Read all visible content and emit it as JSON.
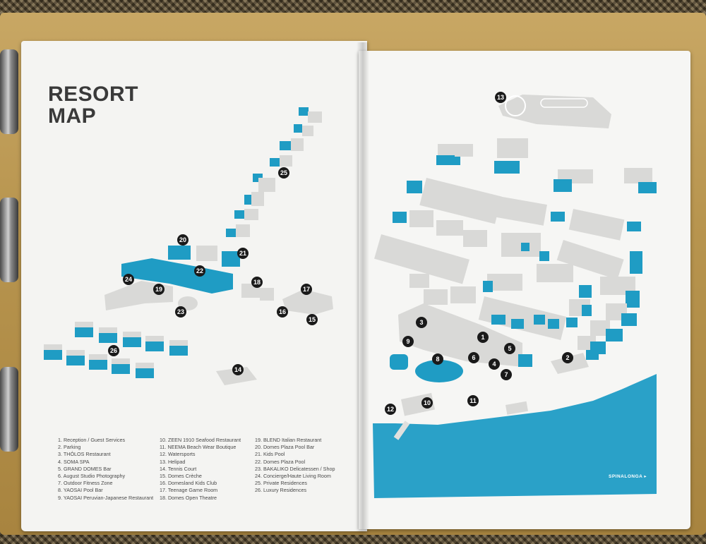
{
  "map": {
    "title_line1": "RESORT",
    "title_line2": "MAP",
    "sea_label": "SPINALONGA ▸"
  },
  "legend": {
    "column1": [
      "1. Reception / Guest Services",
      "2. Parking",
      "3. THÓLOS Restaurant",
      "4. SOMA SPA",
      "5. GRAND DOMES Bar",
      "6. August Studio Photography",
      "7. Outdoor Fitness Zone",
      "8. YAOSAI Pool Bar",
      "9. YAOSAI Peruvian-Japanese Restaurant"
    ],
    "column2": [
      "10. ZEEN 1910 Seafood Restaurant",
      "11. NEEMA Beach Wear Boutique",
      "12. Watersports",
      "13. Helipad",
      "14. Tennis Court",
      "15. Domes Crèche",
      "16. Domesland Kids Club",
      "17. Teenage Game Room",
      "18. Domes Open Theatre"
    ],
    "column3": [
      "19. BLEND Italian Restaurant",
      "20. Domes Plaza Pool Bar",
      "21. Kids Pool",
      "22. Domes Plaza Pool",
      "23. BAKALIKO Delicatessen / Shop",
      "24. Concierge/Haute Living Room",
      "25. Private Residences",
      "26. Luxury Residences"
    ]
  },
  "markers": [
    "1",
    "2",
    "3",
    "4",
    "5",
    "6",
    "7",
    "8",
    "9",
    "10",
    "11",
    "12",
    "13",
    "14",
    "15",
    "16",
    "17",
    "18",
    "19",
    "20",
    "21",
    "22",
    "23",
    "24",
    "25",
    "26"
  ],
  "colors": {
    "teal": "#1f9cc4",
    "building": "#d9d9d7",
    "marker": "#1a1a1a",
    "sea": "#2aa1c8"
  }
}
